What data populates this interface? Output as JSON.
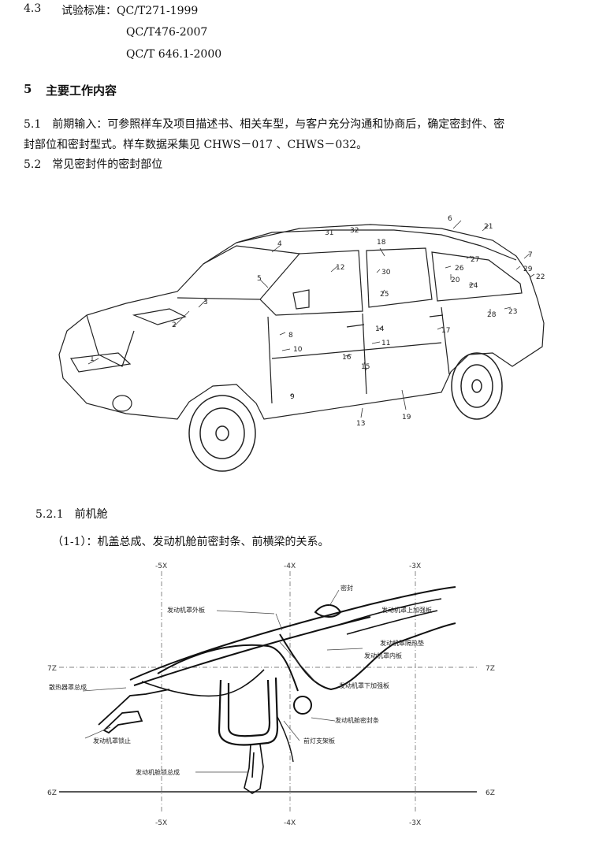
{
  "section_4_3": {
    "num": "4.3",
    "label": "试验标准：QC/T271-1999",
    "std2": "QC/T476-2007",
    "std3": "QC/T 646.1-2000"
  },
  "section_5": {
    "num": "5",
    "title": "主要工作内容"
  },
  "section_5_1": {
    "line1": "5.1　前期输入：可参照样车及项目描述书、相关车型，与客户充分沟通和协商后，确定密封件、密",
    "line2": "封部位和密封型式。样车数据采集见 CHWS－017 、CHWS－032。"
  },
  "section_5_2": {
    "text": "5.2　常见密封件的密封部位"
  },
  "car_callouts": [
    "1",
    "2",
    "3",
    "4",
    "5",
    "6",
    "7",
    "8",
    "9",
    "10",
    "11",
    "12",
    "13",
    "14",
    "15",
    "16",
    "17",
    "18",
    "19",
    "20",
    "21",
    "22",
    "23",
    "24",
    "25",
    "26",
    "27",
    "28",
    "29",
    "30",
    "31",
    "32"
  ],
  "section_5_2_1": {
    "text": "5.2.1　前机舱"
  },
  "caption_1_1": {
    "text": "（1-1）：机盖总成、发动机舱前密封条、前横梁的关系。"
  },
  "section_diagram": {
    "axis_top": [
      "-5X",
      "-4X",
      "-3X"
    ],
    "axis_bottom": [
      "-5X",
      "-4X",
      "-3X"
    ],
    "z_top": "7Z",
    "z_bottom": "6Z",
    "labels": {
      "hood_outer": "发动机罩外板",
      "hood_seal": "密封",
      "hood_upper": "发动机罩上加强板",
      "hood_insul": "发动机罩隔热垫",
      "hood_inner": "发动机罩内板",
      "hood_lower": "发动机罩下加强板",
      "grille": "散热器罩总成",
      "seal_strip": "发动机舱密封条",
      "lamp_bracket": "前灯支架板",
      "bumper_grille": "发动机罩锁止",
      "lock_assy": "发动机舱锁总成"
    }
  }
}
